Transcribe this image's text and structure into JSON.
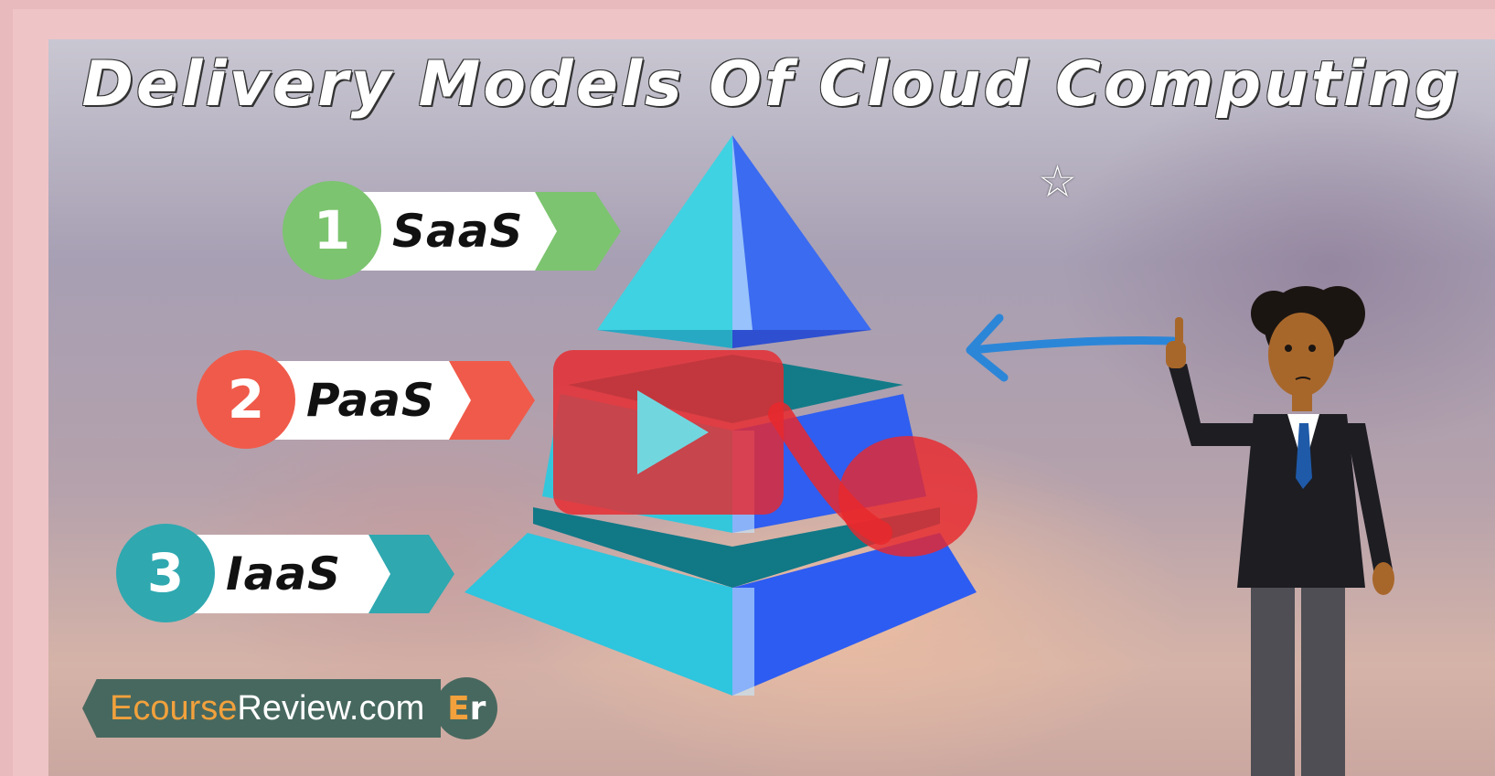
{
  "video": {
    "title": "Delivery Models Of Cloud Computing",
    "labels": [
      {
        "number": "1",
        "text": "SaaS",
        "color": "#7cc46f"
      },
      {
        "number": "2",
        "text": "PaaS",
        "color": "#f05a4a"
      },
      {
        "number": "3",
        "text": "IaaS",
        "color": "#2fa8b0"
      }
    ],
    "logo": {
      "text_part1": "Ecourse",
      "text_part2": "Review.com",
      "badge_part1": "E",
      "badge_part2": "r"
    },
    "play_button": {
      "icon": "play-icon",
      "color": "#e8282d"
    },
    "star_glyph": "☆"
  }
}
